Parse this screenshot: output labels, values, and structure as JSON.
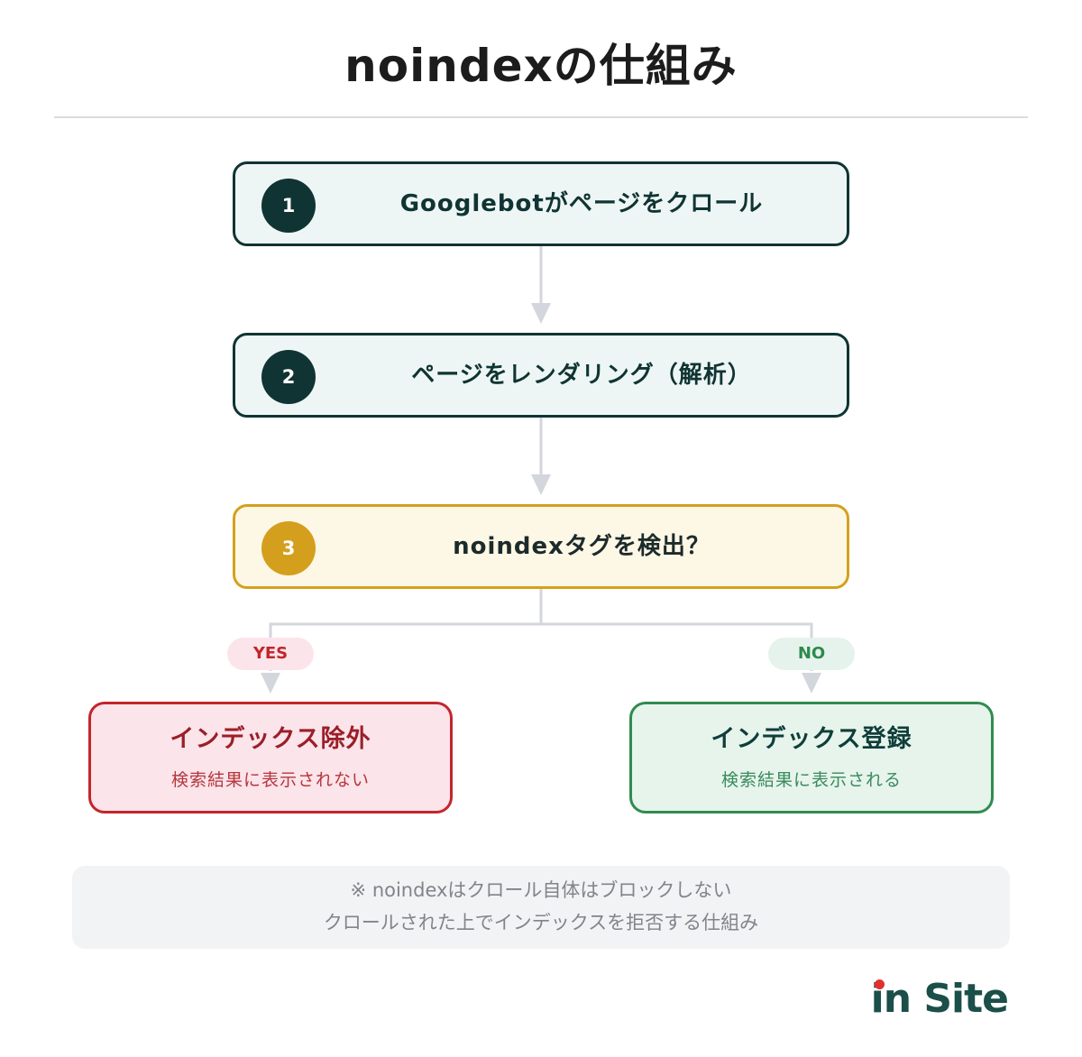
{
  "title": "noindexの仕組み",
  "steps": [
    {
      "number": "1",
      "label": "Googlebotがページをクロール"
    },
    {
      "number": "2",
      "label": "ページをレンダリング（解析）"
    },
    {
      "number": "3",
      "label": "noindexタグを検出？"
    }
  ],
  "branches": {
    "yes_label": "YES",
    "no_label": "NO"
  },
  "outcomes": {
    "exclude": {
      "title": "インデックス除外",
      "subtitle": "検索結果に表示されない"
    },
    "include": {
      "title": "インデックス登録",
      "subtitle": "検索結果に表示される"
    }
  },
  "note": {
    "line1": "※ noindexはクロール自体はブロックしない",
    "line2": "クロールされた上でインデックスを拒否する仕組み"
  },
  "logo": {
    "text_i": "i",
    "text_rest": "n Site"
  },
  "colors": {
    "primary": "#0f3433",
    "decision": "#d4a11d",
    "exclude": "#c3262c",
    "include": "#2f8c4f",
    "connector": "#d3d6dc"
  }
}
